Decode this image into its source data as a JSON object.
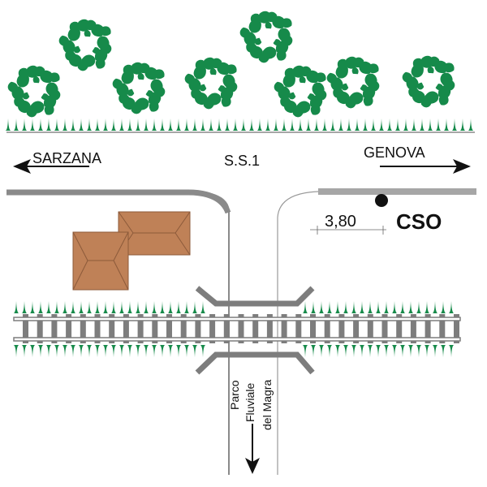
{
  "labels": {
    "west_destination": "SARZANA",
    "east_destination": "GENOVA",
    "road_name": "S.S.1",
    "distance": "3,80",
    "point_label": "CSO",
    "side_road_line1": "Parco",
    "side_road_line2": "Fluviale",
    "side_road_line3": "del Magra"
  },
  "colors": {
    "vegetation": "#168a4a",
    "road_edge": "#8a8a8a",
    "road_thin": "#9a9a9a",
    "building_fill": "#bf8157",
    "building_line": "#8c5a3a",
    "rail": "#7d7d7d",
    "text": "#111111"
  },
  "legend_items": [
    {
      "icon": "tree-icon",
      "meaning": "tree"
    },
    {
      "icon": "hedge-icon",
      "meaning": "hedge / vegetation strip"
    },
    {
      "icon": "building-icon",
      "meaning": "building"
    },
    {
      "icon": "railway-icon",
      "meaning": "railway"
    },
    {
      "icon": "point-marker-icon",
      "meaning": "CSO location"
    }
  ]
}
